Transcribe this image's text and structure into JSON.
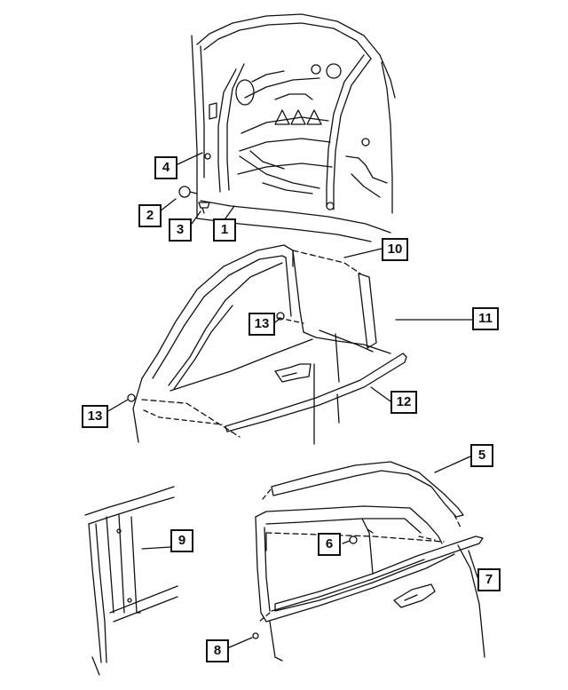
{
  "diagram": {
    "callouts": {
      "c1": "1",
      "c2": "2",
      "c3": "3",
      "c4": "4",
      "c5": "5",
      "c6": "6",
      "c7": "7",
      "c8": "8",
      "c9": "9",
      "c10": "10",
      "c11": "11",
      "c12": "12",
      "c13a": "13",
      "c13b": "13"
    }
  }
}
